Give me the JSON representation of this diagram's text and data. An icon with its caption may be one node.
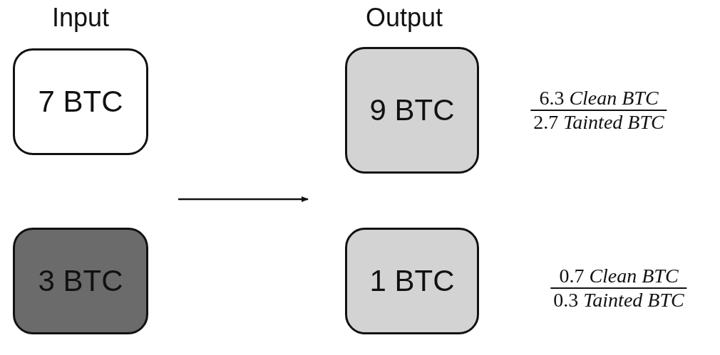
{
  "diagram": {
    "nodes": [
      {
        "text": [
          "7 BTC"
        ]
      },
      {
        "text": [
          "3 BTC"
        ]
      },
      {
        "text": [
          "9 BTC"
        ],
        "beside": [
          "6.3 *Clean BTC*",
          "2.7 *Tainted BTC*"
        ]
      },
      {
        "text": [
          "1 BTC"
        ],
        "beside": [
          "0.7 *Clean BTC*",
          "0.3 *Tainted BTC*"
        ]
      }
    ],
    "labels": [
      "Input",
      "Output"
    ]
  }
}
